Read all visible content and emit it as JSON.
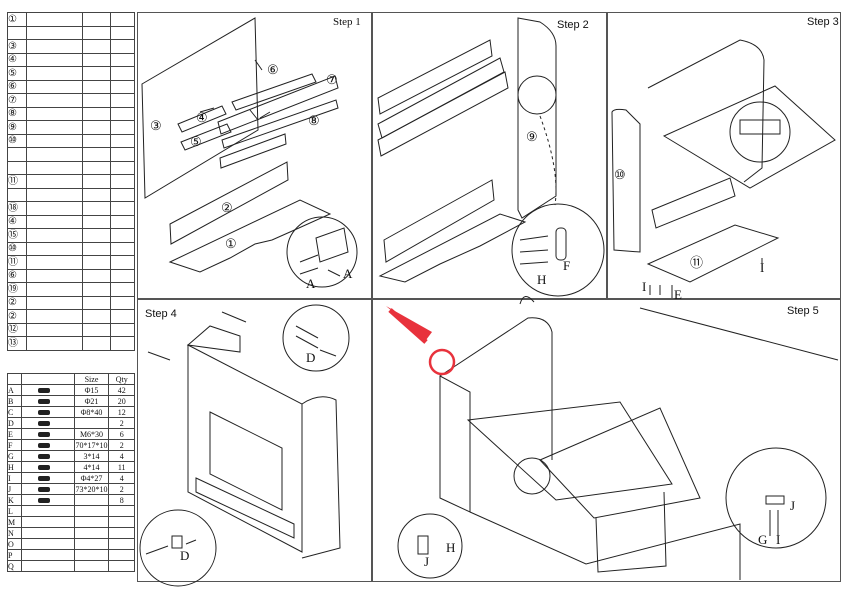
{
  "steps": [
    "Step 1",
    "Step 2",
    "Step 3",
    "Step 4",
    "Step 5"
  ],
  "parts_list": {
    "rows": [
      "①",
      "",
      "③",
      "④",
      "⑤",
      "⑥",
      "⑦",
      "⑧",
      "⑨",
      "⑩",
      "",
      "",
      "⑪",
      "",
      "⑱",
      "④",
      "⑮",
      "⑩",
      "⑪",
      "⑥",
      "⑲",
      "②",
      "②",
      "⑫",
      "⑬"
    ]
  },
  "hardware": {
    "headers": [
      "",
      "",
      "Size",
      "Qty"
    ],
    "rows": [
      {
        "key": "A",
        "size": "Φ15",
        "qty": "42"
      },
      {
        "key": "B",
        "size": "Φ21",
        "qty": "20"
      },
      {
        "key": "C",
        "size": "Φ8*40",
        "qty": "12"
      },
      {
        "key": "D",
        "size": "",
        "qty": "2"
      },
      {
        "key": "E",
        "size": "M6*30",
        "qty": "6"
      },
      {
        "key": "F",
        "size": "70*17*10",
        "qty": "2"
      },
      {
        "key": "G",
        "size": "3*14",
        "qty": "4"
      },
      {
        "key": "H",
        "size": "4*14",
        "qty": "11"
      },
      {
        "key": "I",
        "size": "Φ4*27",
        "qty": "4"
      },
      {
        "key": "J",
        "size": "73*20*10",
        "qty": "2"
      },
      {
        "key": "K",
        "size": "",
        "qty": "8"
      },
      {
        "key": "L",
        "size": "",
        "qty": ""
      },
      {
        "key": "M",
        "size": "",
        "qty": ""
      },
      {
        "key": "N",
        "size": "",
        "qty": ""
      },
      {
        "key": "O",
        "size": "",
        "qty": ""
      },
      {
        "key": "P",
        "size": "",
        "qty": ""
      },
      {
        "key": "Q",
        "size": "",
        "qty": ""
      }
    ]
  },
  "callouts": {
    "s1": [
      "⑥",
      "⑦",
      "③",
      "④",
      "⑧",
      "⑤",
      "②",
      "①"
    ],
    "s1_detail": [
      "A",
      "A"
    ],
    "s2": [
      "⑨"
    ],
    "s2_detail": [
      "H",
      "F"
    ],
    "s3": [
      "⑩",
      "⑪",
      "I",
      "I",
      "E"
    ],
    "s4_detail": [
      "D"
    ],
    "s4_bottom": [
      "D"
    ],
    "s5_detail_right": [
      "J",
      "G",
      "I"
    ],
    "s5_detail_left": [
      "J",
      "H"
    ]
  },
  "colors": {
    "line": "#222222",
    "highlight": "#e8323c",
    "background": "#ffffff"
  }
}
